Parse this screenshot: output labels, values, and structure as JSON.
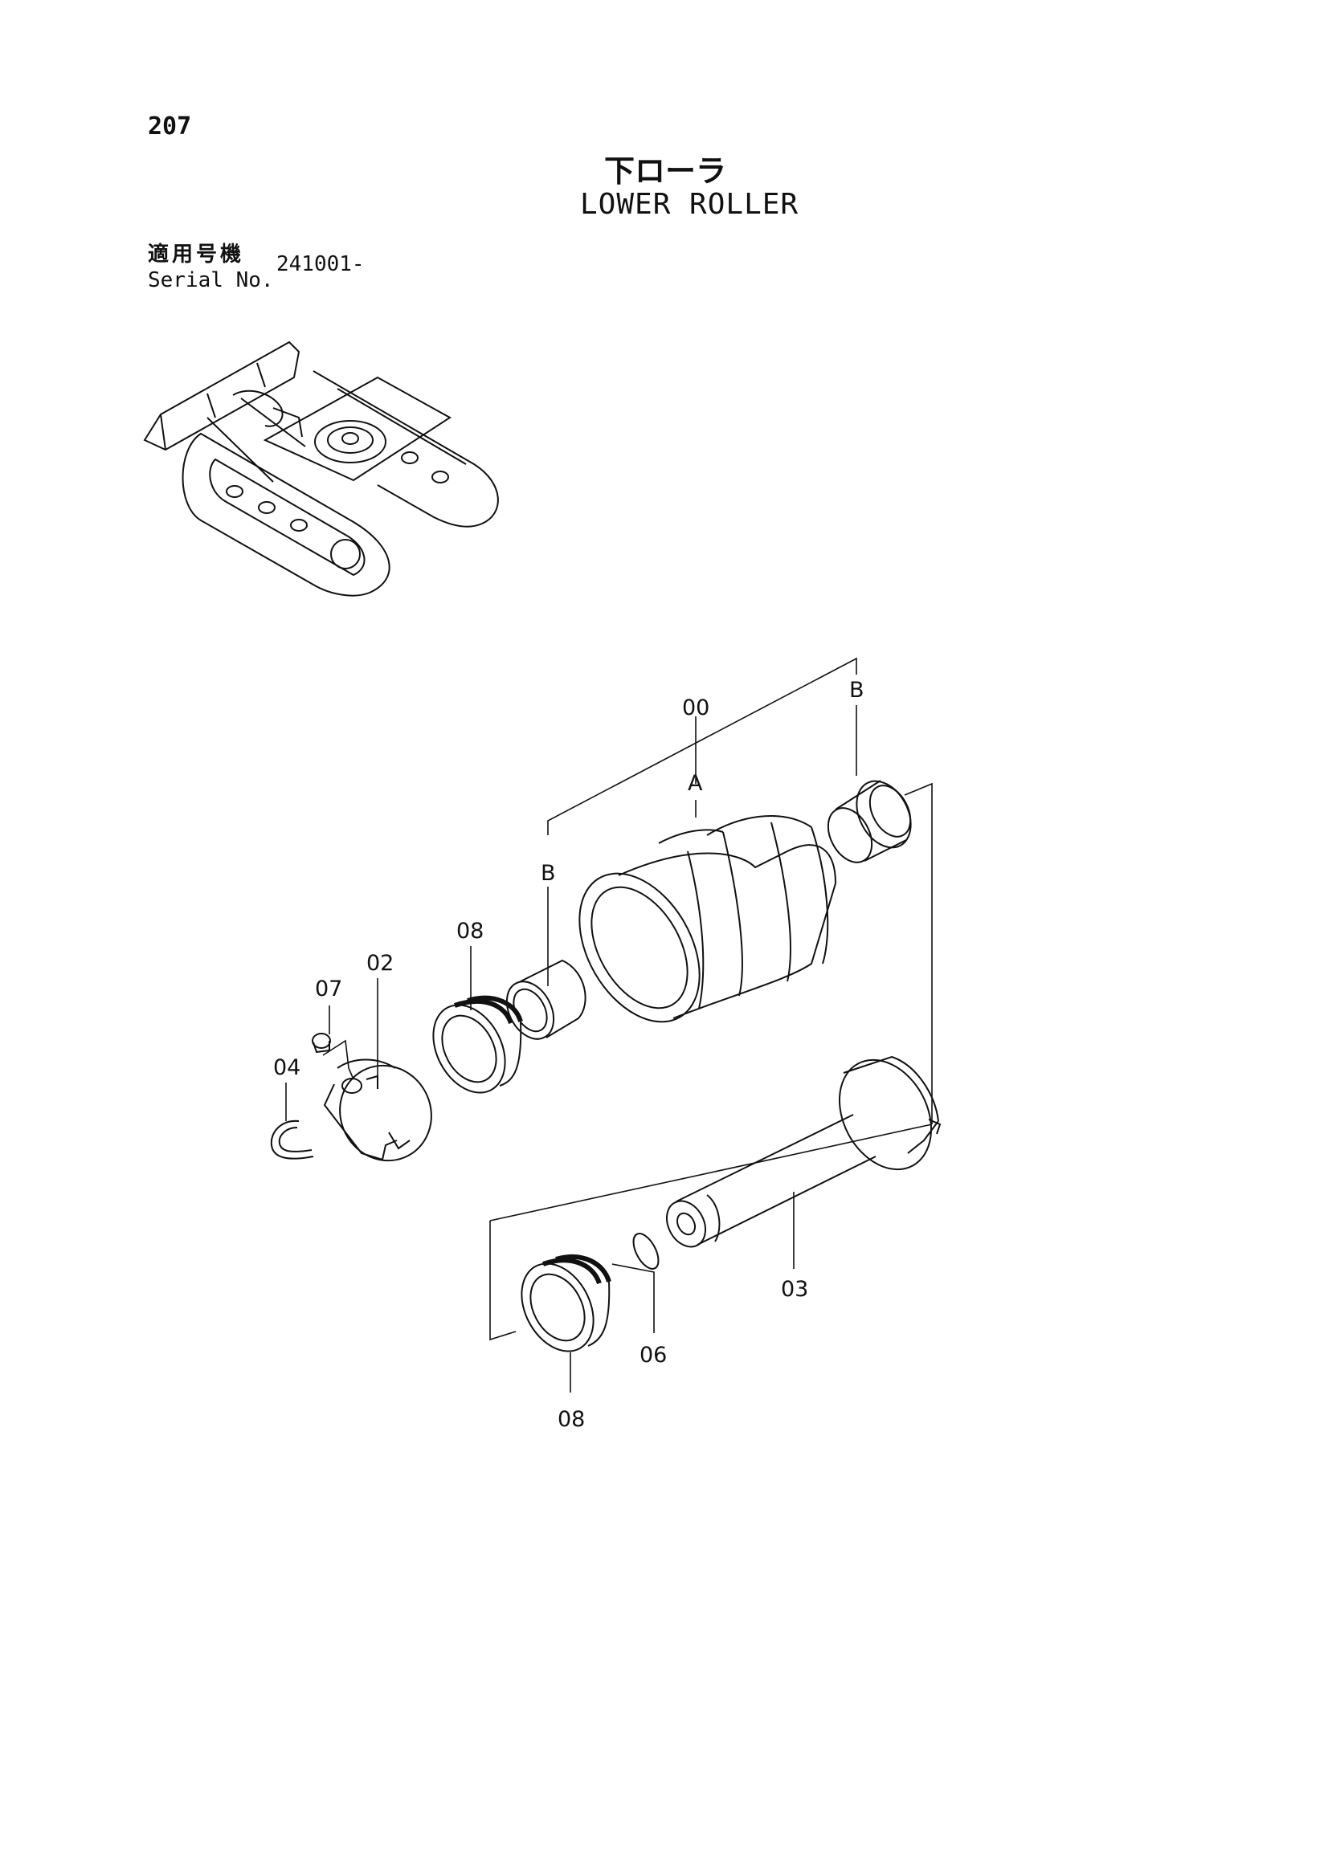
{
  "header": {
    "page_number": "207",
    "title_jp": "下ローラ",
    "title_en": "LOWER ROLLER",
    "serial_label_jp": "適用号機",
    "serial_label_en": "Serial No.",
    "serial_value": "241001-"
  },
  "callouts": {
    "assembly": "00",
    "a": "A",
    "b_upper": "B",
    "b_lower": "B",
    "part_02": "02",
    "part_03": "03",
    "part_04": "04",
    "part_06": "06",
    "part_07": "07",
    "part_08_upper": "08",
    "part_08_lower": "08"
  }
}
